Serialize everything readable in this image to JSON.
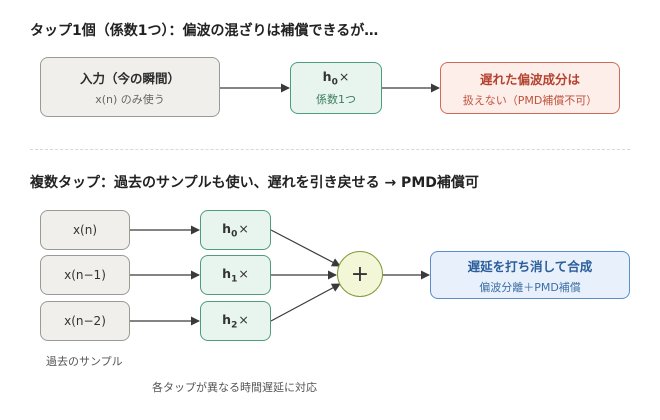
{
  "section1": {
    "heading": "タップ1個（係数1つ）：偏波の混ざりは補償できるが…",
    "input_box": {
      "title": "入力（今の瞬間）",
      "subtitle": "x(n) のみ使う"
    },
    "tap_box": {
      "label": "h",
      "index": "0",
      "op": "×",
      "subtitle": "係数1つ"
    },
    "result_box": {
      "title": "遅れた偏波成分は",
      "subtitle": "扱えない（PMD補償不可）"
    }
  },
  "section2": {
    "heading": "複数タップ：過去のサンプルも使い、遅れを引き戻せる → PMD補償可",
    "inputs": [
      "x(n)",
      "x(n−1)",
      "x(n−2)"
    ],
    "taps": [
      {
        "label": "h",
        "index": "0",
        "op": "×"
      },
      {
        "label": "h",
        "index": "1",
        "op": "×"
      },
      {
        "label": "h",
        "index": "2",
        "op": "×"
      }
    ],
    "sum_symbol": "+",
    "result_box": {
      "title": "遅延を打ち消して合成",
      "subtitle": "偏波分離＋PMD補償"
    },
    "past_samples_note": "過去のサンプル",
    "taps_note": "各タップが異なる時間遅延に対応"
  },
  "colors": {
    "input_fill": "#f0efeb",
    "tap_fill": "#e8f5ee",
    "tap_border": "#4f9c7c",
    "warning_fill": "#fdeeea",
    "warning_border": "#d06a56",
    "result_fill": "#e7f0fb",
    "result_border": "#5b8ec9",
    "sum_fill": "#f3f7d8",
    "sum_border": "#7f9a3b"
  }
}
